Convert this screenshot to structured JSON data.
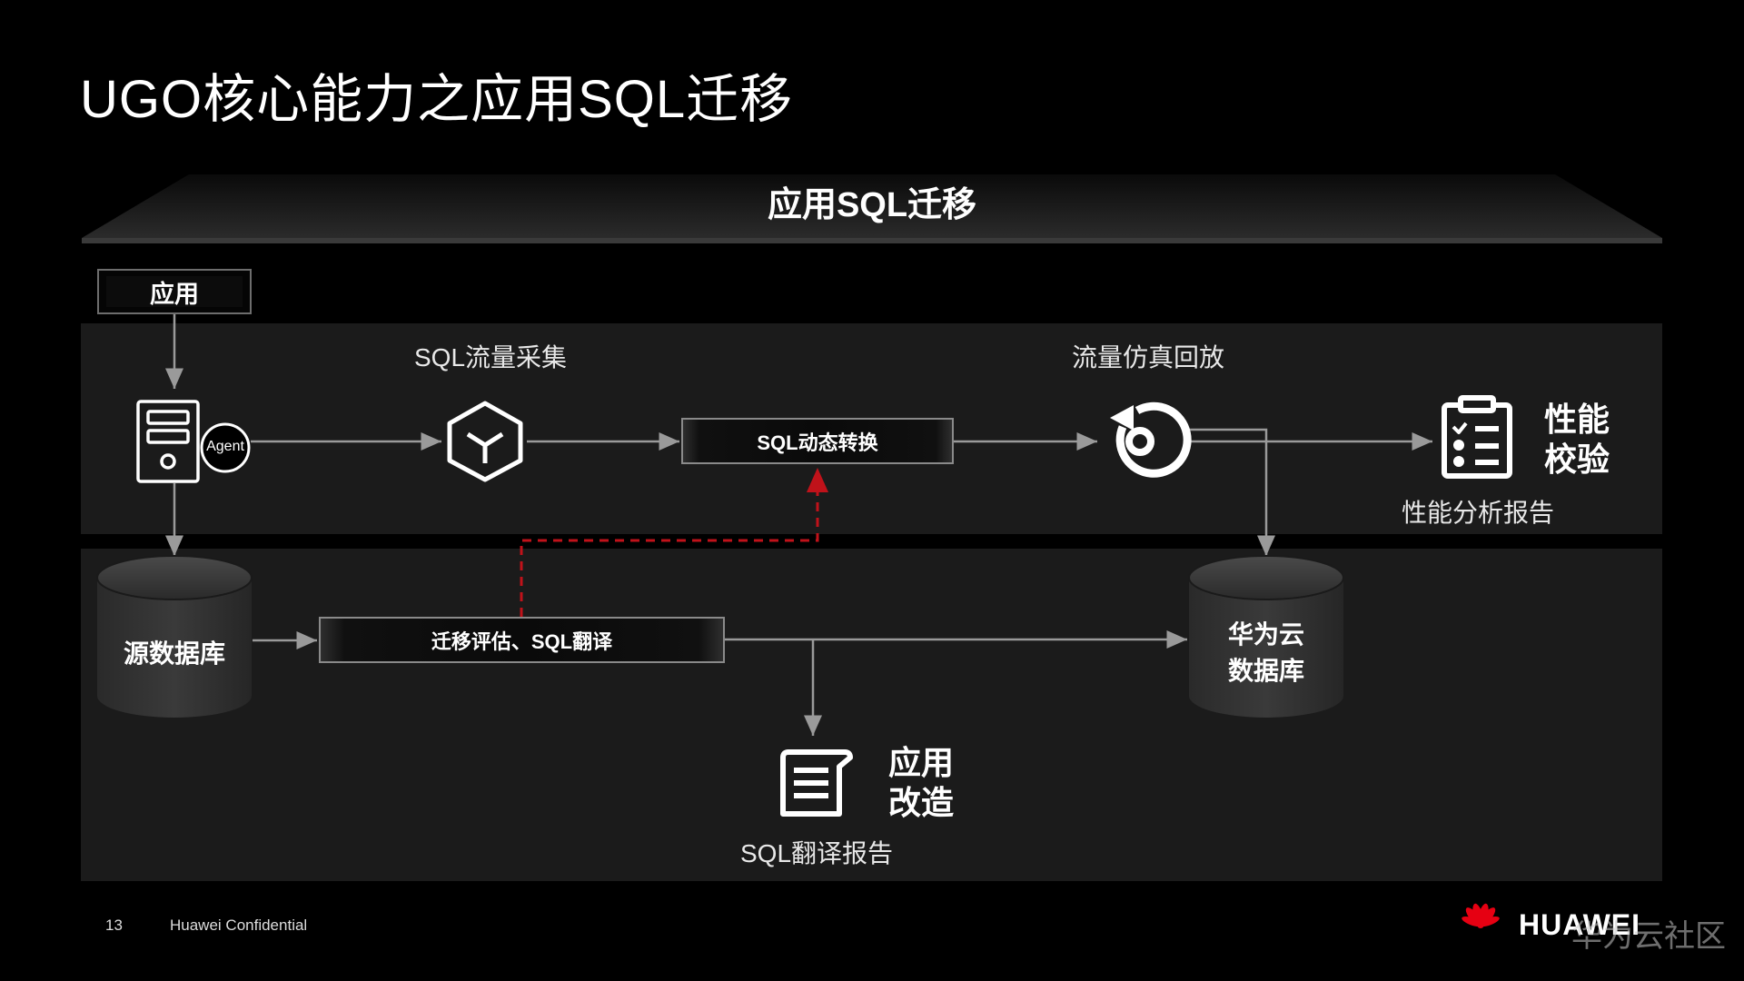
{
  "page": {
    "title": "UGO核心能力之应用SQL迁移"
  },
  "banner": {
    "title": "应用SQL迁移"
  },
  "nodes": {
    "app": "应用",
    "agent": "Agent",
    "collect": "SQL流量采集",
    "convert": "SQL动态转换",
    "replay": "流量仿真回放",
    "perf_check": [
      "性能",
      "校验"
    ],
    "perf_report": "性能分析报告",
    "source_db": "源数据库",
    "assess": "迁移评估、SQL翻译",
    "huawei_db": [
      "华为云",
      "数据库"
    ],
    "app_modify": [
      "应用",
      "改造"
    ],
    "sql_report": "SQL翻译报告"
  },
  "footer": {
    "page_number": "13",
    "confidential": "Huawei Confidential",
    "brand": "HUAWEI",
    "watermark": "华为云社区"
  },
  "colors": {
    "background": "#000000",
    "band": "#1b1b1b",
    "arrow": "#9a9a9a",
    "dashed": "#c0121a",
    "logo_red": "#e60012"
  },
  "icons": [
    "server-icon",
    "cube-icon",
    "replay-icon",
    "checklist-icon",
    "document-icon",
    "database-icon",
    "huawei-logo-icon"
  ]
}
